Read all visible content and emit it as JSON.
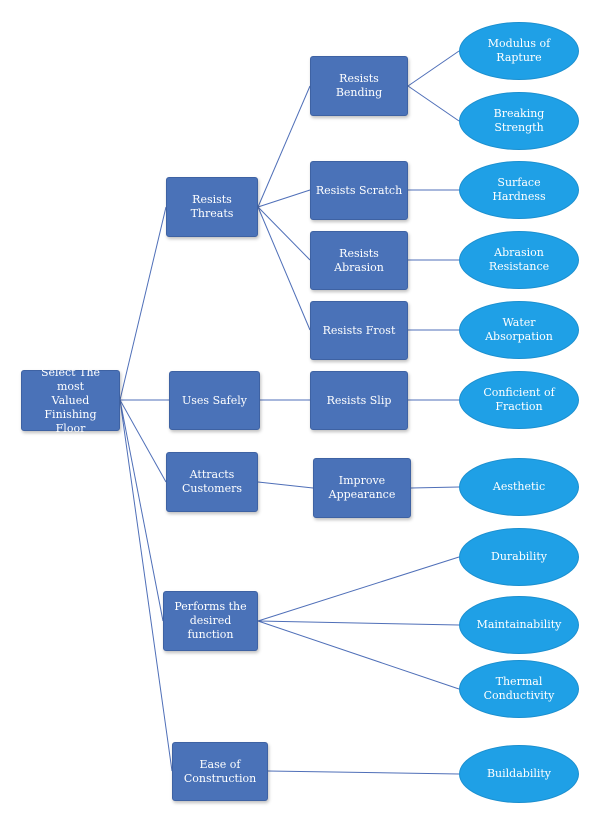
{
  "root": "Select The most\nValued Finishing\nFloor",
  "level1": {
    "resists_threats": "Resists Threats",
    "uses_safely": "Uses Safely",
    "attracts_customers": "Attracts\nCustomers",
    "performs_function": "Performs the\ndesired function",
    "ease_construction": "Ease of\nConstruction"
  },
  "level2": {
    "resists_bending": "Resists Bending",
    "resists_scratch": "Resists Scratch",
    "resists_abrasion": "Resists Abrasion",
    "resists_frost": "Resists Frost",
    "resists_slip": "Resists Slip",
    "improve_appearance": "Improve\nAppearance"
  },
  "measures": {
    "modulus_rapture": "Modulus of\nRapture",
    "breaking_strength": "Breaking\nStrength",
    "surface_hardness": "Surface\nHardness",
    "abrasion_resistance": "Abrasion\nResistance",
    "water_absorpation": "Water\nAbsorpation",
    "fraction": "Conficient of\nFraction",
    "aesthetic": "Aesthetic",
    "durability": "Durability",
    "maintainability": "Maintainability",
    "thermal_conductivity": "Thermal\nConductivity",
    "buildability": "Buildability"
  },
  "colors": {
    "box": "#4a72b8",
    "oval": "#1fa0e6",
    "connector": "#4f6fb8"
  }
}
